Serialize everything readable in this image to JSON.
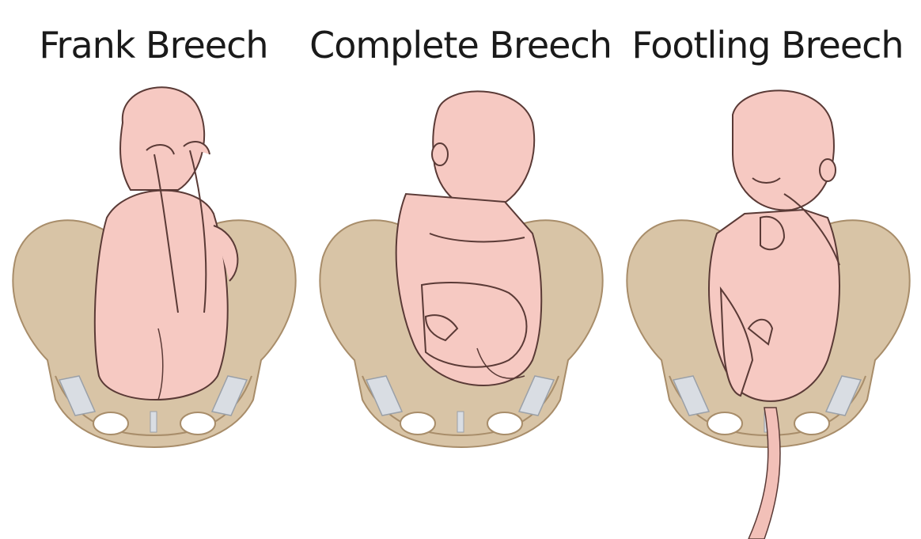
{
  "panels": [
    {
      "label": "Frank Breech"
    },
    {
      "label": "Complete Breech"
    },
    {
      "label": "Footling Breech"
    }
  ],
  "colors": {
    "pelvis": "#d8c4a6",
    "pelvis_shadow": "#bfa47f",
    "skin": "#f6c9c2",
    "skin_shadow": "#e9a9a4",
    "outline": "#5a3a36",
    "cartilage": "#d9dde3",
    "cord": "#f2c0b8"
  }
}
